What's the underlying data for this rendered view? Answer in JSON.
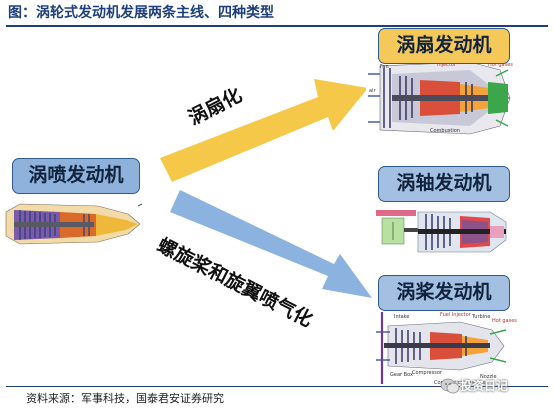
{
  "title": "图：涡轮式发动机发展两条主线、四种类型",
  "source": "资料来源：军事科技，国泰君安证券研究",
  "watermark": "投资日记",
  "nodes": {
    "turbojet": "涡喷发动机",
    "turbofan": "涡扇发动机",
    "turboshaft": "涡轴发动机",
    "turboprop": "涡桨发动机"
  },
  "edges": {
    "to_turbofan": "涡扇化",
    "to_turboprop": "螺旋桨和旋翼喷气化"
  },
  "turbofan_labels": {
    "fan": "Fan",
    "injector": "Injector",
    "hot_gases": "Hot gases",
    "air": "air",
    "combustion": "Combustion"
  },
  "turboprop_labels": {
    "intake": "Intake",
    "fuel_injector": "Fuel Injector",
    "turbine": "Turbine",
    "hot_gases": "Hot gases",
    "gear_box": "Gear Box",
    "compressor": "Compressor",
    "combustion_chamber": "Combustion chamber",
    "nozzle": "Nozzle"
  },
  "colors": {
    "title_blue": "#1f3f7a",
    "arrow_fan_yellow": "#f6c84a",
    "arrow_prop_blue": "#8cb3df",
    "box_blue": "#8fb2dc",
    "box_yellow": "#f4c95a"
  }
}
